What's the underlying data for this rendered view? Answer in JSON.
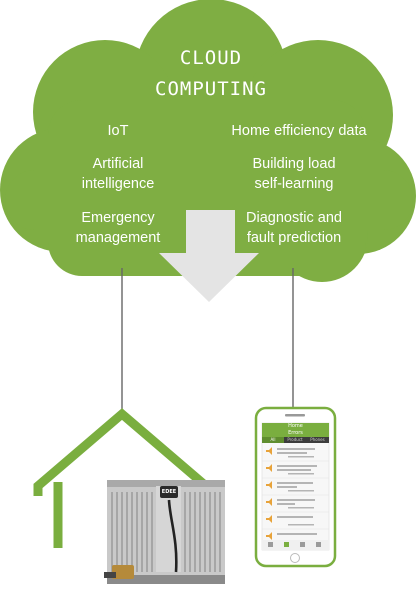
{
  "cloud": {
    "title_line1": "CLOUD",
    "title_line2": "COMPUTING",
    "left_items": [
      "IoT",
      "Artificial intelligence",
      "Emergency management"
    ],
    "left_lines": [
      [
        "IoT"
      ],
      [
        "Artificial",
        "intelligence"
      ],
      [
        "Emergency",
        "management"
      ]
    ],
    "right_items": [
      "Home efficiency data",
      "Building load self-learning",
      "Diagnostic and fault prediction"
    ],
    "right_lines": [
      [
        "Home efficiency data"
      ],
      [
        "Building load",
        "self-learning"
      ],
      [
        "Diagnostic and",
        "fault prediction"
      ]
    ]
  },
  "colors": {
    "brand_green": "#7aae3f",
    "cloud_green": "#7fae43",
    "arrow_grey": "#e4e4e4",
    "line_grey": "#666666"
  },
  "phone": {
    "header_title": "Home",
    "header_subtitle": "Errors",
    "tabs": [
      "All",
      "Product",
      "Phones"
    ],
    "list_icon": "speaker-icon",
    "bottom_icons": [
      "home-icon",
      "wrench-icon",
      "list-icon",
      "settings-icon"
    ]
  },
  "device": {
    "logo": "EDEE"
  }
}
